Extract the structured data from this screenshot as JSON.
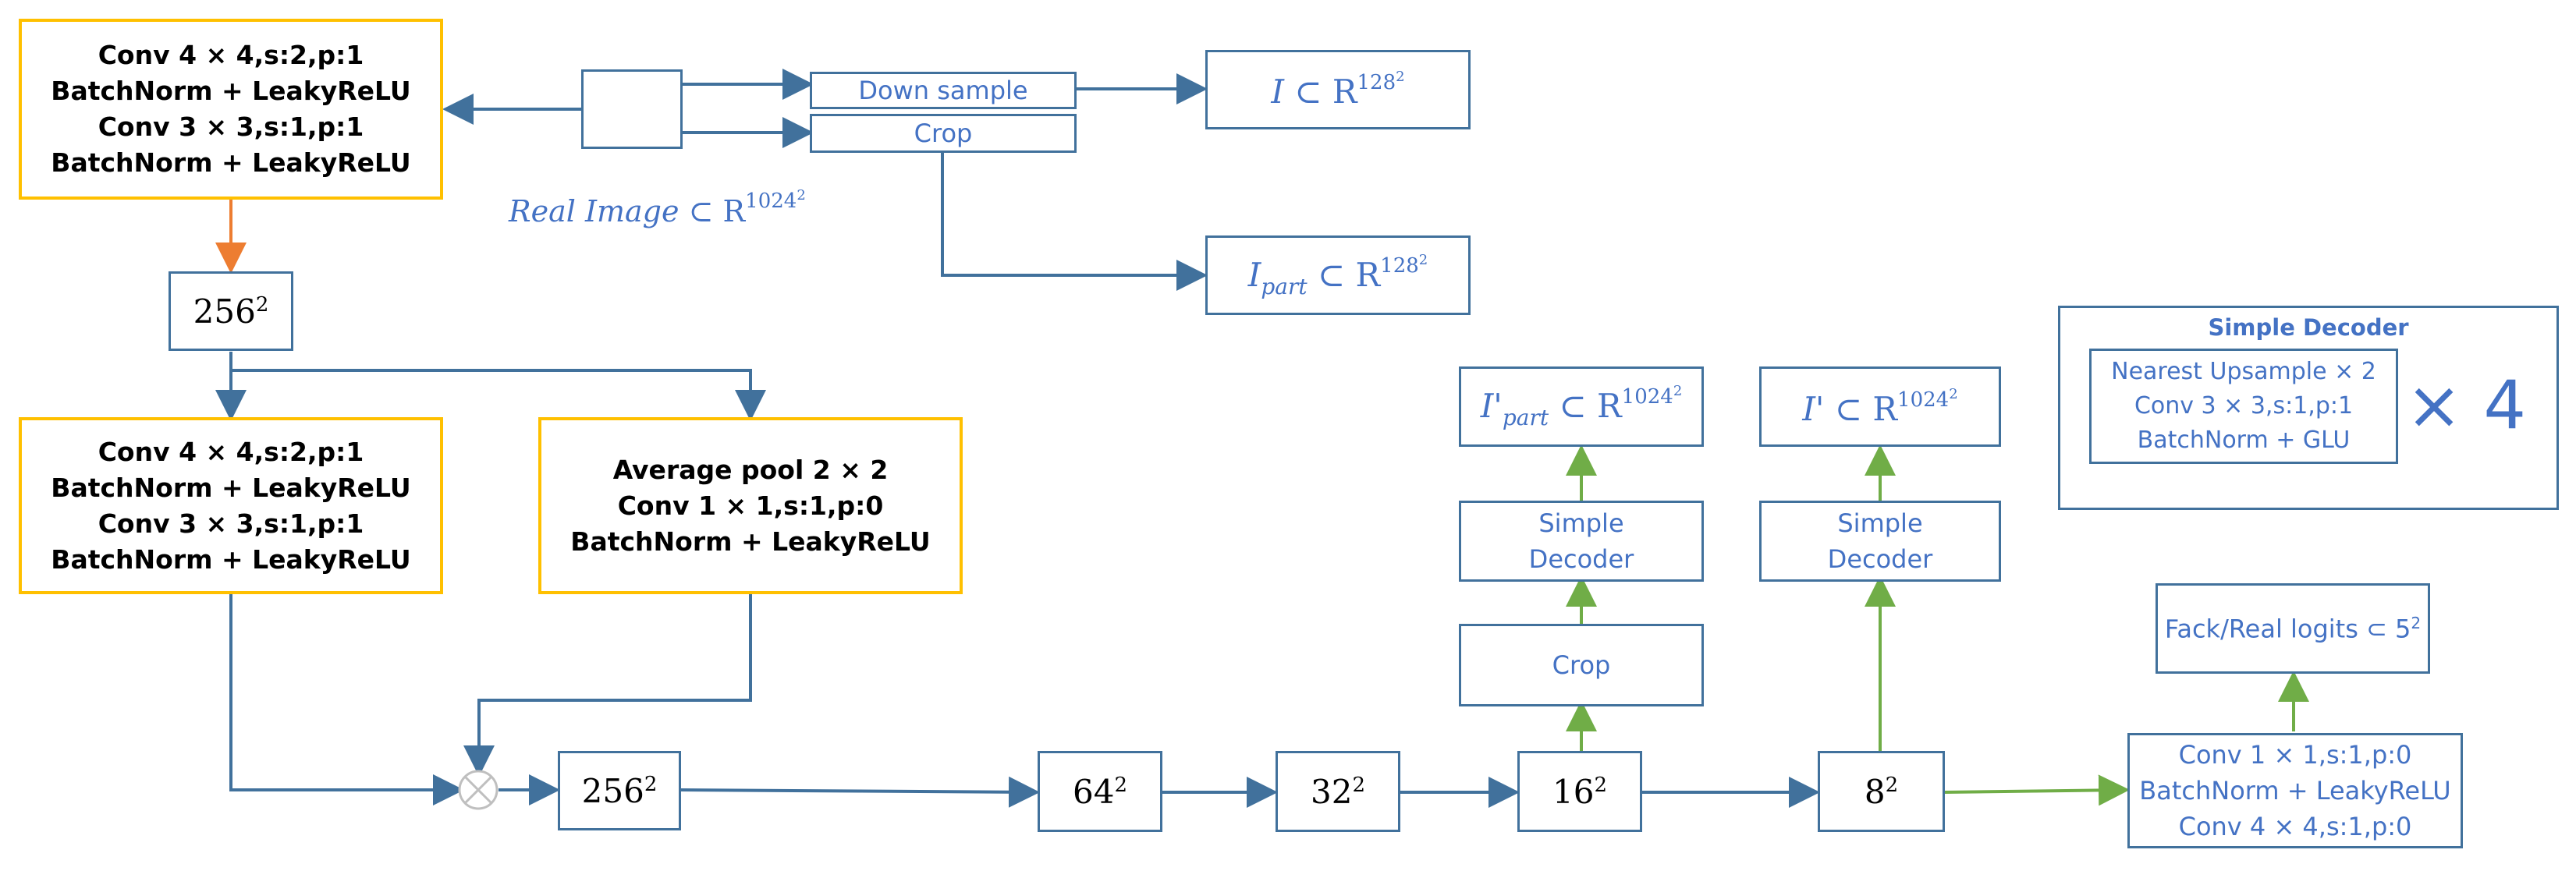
{
  "encoder_stage1": [
    "Conv 4 × 4,s:2,p:1",
    "BatchNorm + LeakyReLU",
    "Conv 3 × 3,s:1,p:1",
    "BatchNorm + LeakyReLU"
  ],
  "encoder_stage2": [
    "Conv 4 × 4,s:2,p:1",
    "BatchNorm + LeakyReLU",
    "Conv 3 × 3,s:1,p:1",
    "BatchNorm + LeakyReLU"
  ],
  "skip_branch": [
    "Average pool 2 × 2",
    "Conv 1 × 1,s:1,p:0",
    "BatchNorm + LeakyReLU"
  ],
  "down_sample_label": "Down sample",
  "crop_label": "Crop",
  "crop_mid_label": "Crop",
  "real_image": {
    "name": "Real Image",
    "symbol": "⊂",
    "set": "R",
    "exp": "1024",
    "exp_sup": "2"
  },
  "out_i": {
    "name": "I",
    "symbol": "⊂",
    "set": "R",
    "exp": "128",
    "exp_sup": "2"
  },
  "out_ipart": {
    "name": "I",
    "sub": "part",
    "symbol": "⊂",
    "set": "R",
    "exp": "128",
    "exp_sup": "2"
  },
  "rec_ipart": {
    "name": "I'",
    "sub": "part",
    "symbol": "⊂",
    "set": "R",
    "exp": "1024",
    "exp_sup": "2"
  },
  "rec_i": {
    "name": "I'",
    "symbol": "⊂",
    "set": "R",
    "exp": "1024",
    "exp_sup": "2"
  },
  "feature_maps": {
    "f256a": {
      "base": "256",
      "sup": "2"
    },
    "f256b": {
      "base": "256",
      "sup": "2"
    },
    "f64": {
      "base": "64",
      "sup": "2"
    },
    "f32": {
      "base": "32",
      "sup": "2"
    },
    "f16": {
      "base": "16",
      "sup": "2"
    },
    "f8": {
      "base": "8",
      "sup": "2"
    }
  },
  "simple_decoder_1": [
    "Simple",
    "Decoder"
  ],
  "simple_decoder_2": [
    "Simple",
    "Decoder"
  ],
  "legend": {
    "title": "Simple Decoder",
    "lines": [
      "Nearest Upsample × 2",
      "Conv 3 × 3,s:1,p:1",
      "BatchNorm + GLU"
    ],
    "repeat": "× 4"
  },
  "logits": {
    "text": "Fack/Real logits ⊂ 5",
    "sup": "2"
  },
  "final_block": [
    "Conv 1 × 1,s:1,p:0",
    "BatchNorm + LeakyReLU",
    "Conv 4 × 4,s:1,p:0"
  ],
  "colors": {
    "blue_line": "#41719c",
    "text_blue": "#4472c4",
    "yellow": "#ffc000",
    "orange": "#ed7d31",
    "green": "#70ad47"
  }
}
